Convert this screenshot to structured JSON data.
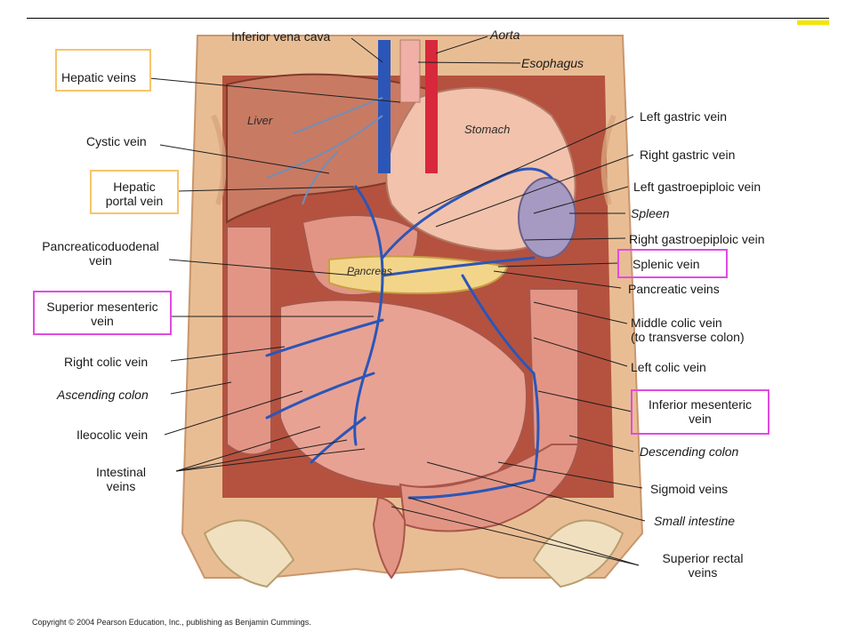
{
  "labels": {
    "inferior_vena_cava": "Inferior vena cava",
    "aorta": "Aorta",
    "esophagus": "Esophagus",
    "hepatic_veins": "Hepatic veins",
    "cystic_vein": "Cystic vein",
    "hepatic_portal_vein": "Hepatic\nportal vein",
    "pancreaticoduodenal_vein": "Pancreaticoduodenal\nvein",
    "superior_mesenteric_vein": "Superior mesenteric\nvein",
    "right_colic_vein": "Right colic vein",
    "ascending_colon": "Ascending colon",
    "ileocolic_vein": "Ileocolic vein",
    "intestinal_veins": "Intestinal\nveins",
    "left_gastric_vein": "Left gastric vein",
    "right_gastric_vein": "Right gastric vein",
    "left_gastroepiploic_vein": "Left gastroepiploic vein",
    "spleen": "Spleen",
    "right_gastroepiploic_vein": "Right gastroepiploic vein",
    "splenic_vein": "Splenic vein",
    "pancreatic_veins": "Pancreatic veins",
    "middle_colic_vein": "Middle colic vein\n(to transverse colon)",
    "left_colic_vein": "Left colic vein",
    "inferior_mesenteric_vein": "Inferior mesenteric\nvein",
    "descending_colon": "Descending colon",
    "sigmoid_veins": "Sigmoid veins",
    "small_intestine": "Small intestine",
    "superior_rectal_veins": "Superior rectal\nveins"
  },
  "organs": {
    "liver": "Liver",
    "stomach": "Stomach",
    "pancreas": "Pancreas"
  },
  "copyright": "Copyright © 2004 Pearson Education, Inc., publishing as Benjamin Cummings.",
  "colors": {
    "highlight_orange": "#f7c46b",
    "highlight_magenta": "#e14be1",
    "vein_blue": "#2b56b8",
    "artery_red": "#d8283c"
  }
}
